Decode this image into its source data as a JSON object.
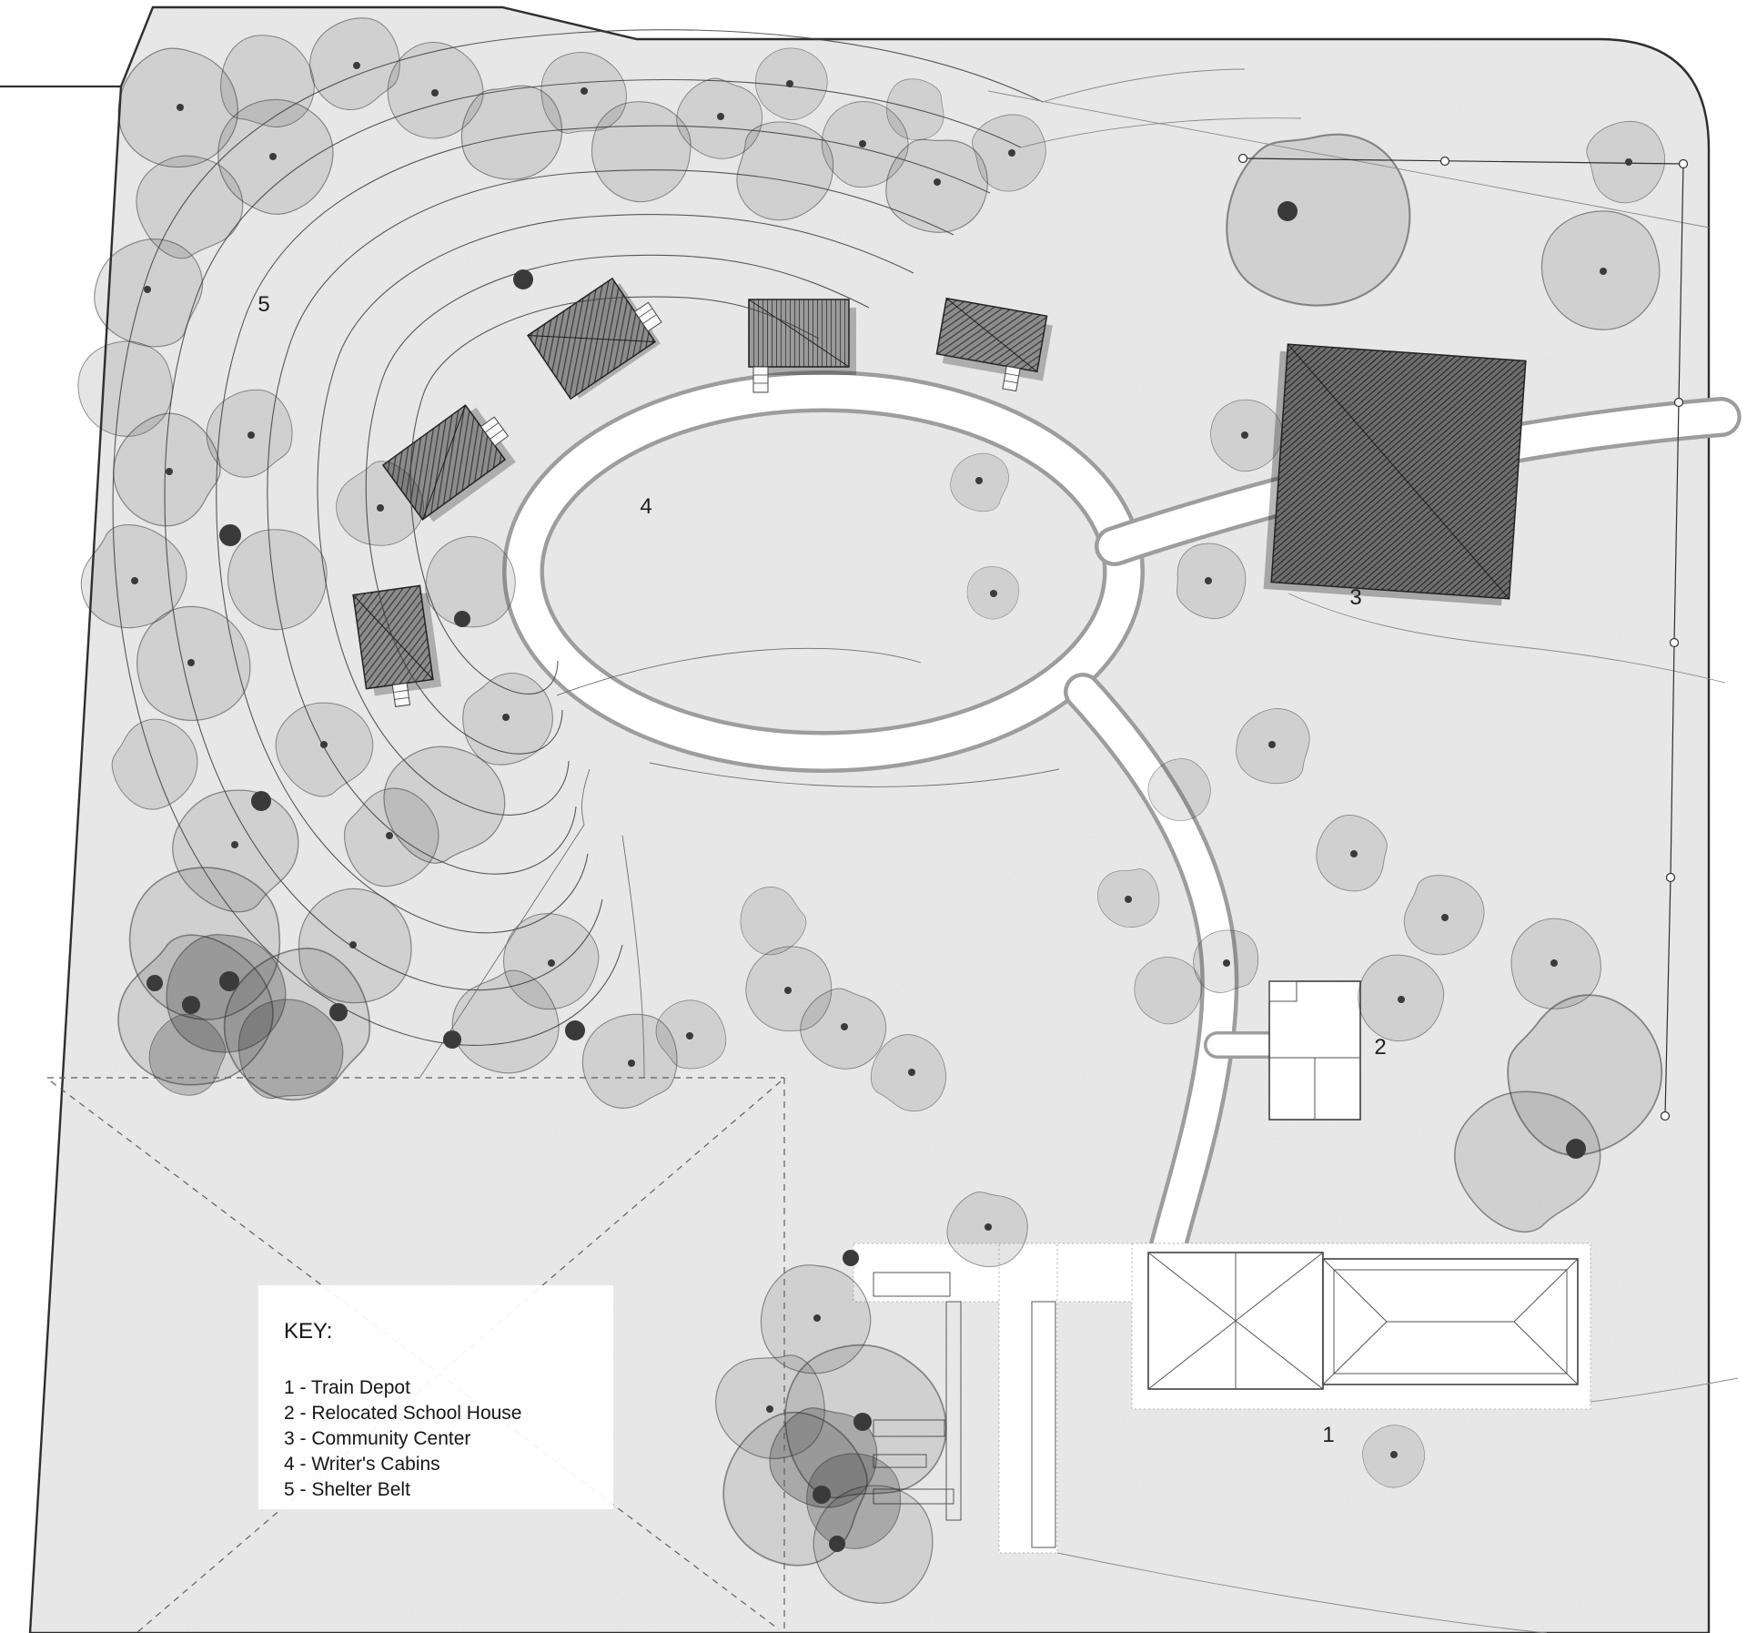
{
  "key": {
    "heading": "KEY:",
    "items": [
      "1 - Train Depot",
      "2 - Relocated School House",
      "3 - Community Center",
      "4 - Writer's Cabins",
      "5 - Shelter Belt"
    ]
  },
  "plan_labels": {
    "train_depot": "1",
    "school_house": "2",
    "community_center": "3",
    "writers_cabins": "4",
    "shelter_belt": "5"
  },
  "palette": {
    "paper": "#ffffff",
    "site_fill": "#ededed",
    "ink": "#2f2f2f",
    "building_hatch_dark": "#5f5f5f",
    "tree_wash": "rgba(55,55,55,0.13)"
  }
}
